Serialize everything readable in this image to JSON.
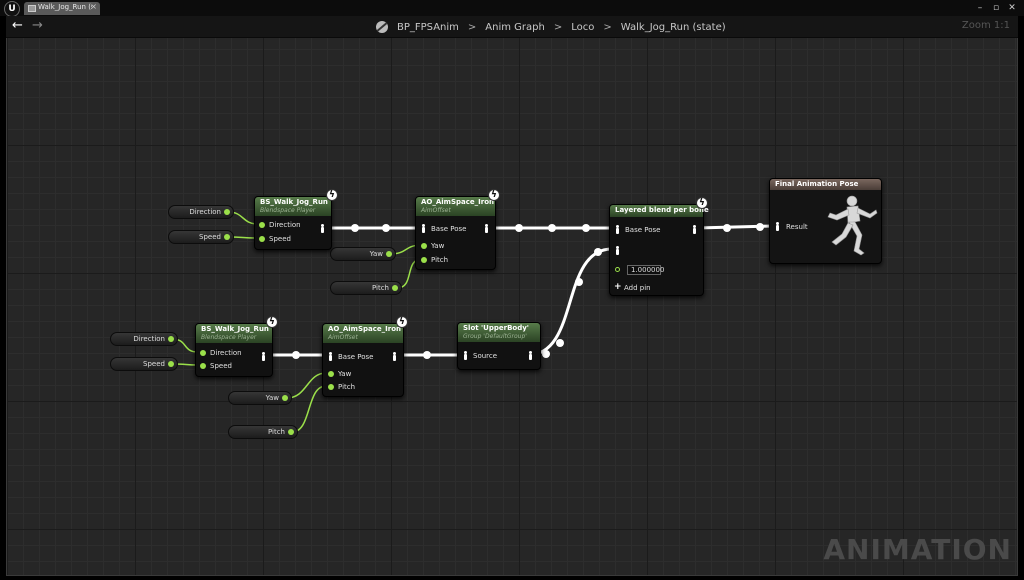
{
  "window": {
    "tab_label": "Walk_Jog_Run (state)",
    "tab_close": "×",
    "minimize": "–",
    "restore": "▫",
    "close": "✕"
  },
  "nav": {
    "back": "←",
    "forward": "→",
    "breadcrumbs": [
      "BP_FPSAnim",
      "Anim Graph",
      "Loco",
      "Walk_Jog_Run (state)"
    ],
    "separator": ">",
    "zoom": "Zoom 1:1"
  },
  "nodes": {
    "bs_top": {
      "title": "BS_Walk_Jog_Run",
      "subtitle": "Blendspace Player",
      "pins": [
        "Direction",
        "Speed"
      ]
    },
    "ao_top": {
      "title": "AO_AimSpace_Iron",
      "subtitle": "AimOffset",
      "pins": [
        "Base Pose",
        "Yaw",
        "Pitch"
      ]
    },
    "layered": {
      "title": "Layered blend per bone",
      "pins": [
        "Base Pose"
      ],
      "blend_weight": "1.000000",
      "add_pin": "Add pin"
    },
    "final": {
      "title": "Final Animation Pose",
      "pins": [
        "Result"
      ]
    },
    "bs_bottom": {
      "title": "BS_Walk_Jog_Run",
      "subtitle": "Blendspace Player",
      "pins": [
        "Direction",
        "Speed"
      ]
    },
    "ao_bottom": {
      "title": "AO_AimSpace_Iron",
      "subtitle": "AimOffset",
      "pins": [
        "Base Pose",
        "Yaw",
        "Pitch"
      ]
    },
    "slot": {
      "title": "Slot 'UpperBody'",
      "subtitle": "Group 'DefaultGroup'",
      "pins": [
        "Source"
      ]
    }
  },
  "variables": {
    "top_direction": "Direction",
    "top_speed": "Speed",
    "top_yaw": "Yaw",
    "top_pitch": "Pitch",
    "bottom_direction": "Direction",
    "bottom_speed": "Speed",
    "bottom_yaw": "Yaw",
    "bottom_pitch": "Pitch"
  },
  "icons": {
    "function_badge": "lightning-icon",
    "pose_pin": "pose-person-icon"
  },
  "colors": {
    "float_pin": "#9be04a",
    "node_header": "#4d7040",
    "result_header": "#6e5d55",
    "wire_exec": "#ffffff"
  },
  "watermark": "ANIMATION"
}
